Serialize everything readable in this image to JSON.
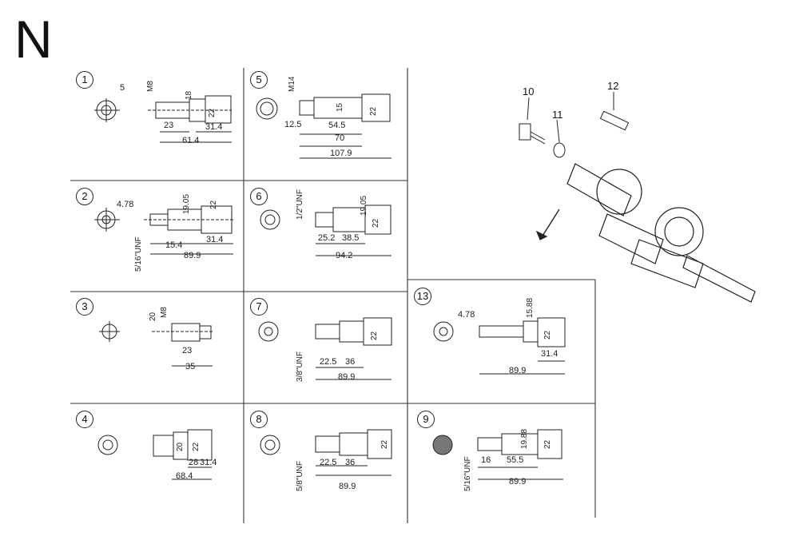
{
  "page_letter": "N",
  "cells": [
    {
      "num": "1",
      "dims": {
        "a": "5",
        "b": "M8",
        "c": "18",
        "d": "22",
        "e": "23",
        "f": "31.4",
        "g": "61.4"
      }
    },
    {
      "num": "2",
      "dims": {
        "a": "4.78",
        "b": "19.05",
        "c": "22",
        "d": "5/16\"UNF",
        "e": "15.4",
        "f": "31.4",
        "g": "89.9"
      }
    },
    {
      "num": "3",
      "dims": {
        "a": "20",
        "b": "M8",
        "c": "23",
        "d": "35"
      }
    },
    {
      "num": "4",
      "dims": {
        "a": "20",
        "b": "22",
        "c": "28",
        "d": "31.4",
        "e": "68.4"
      }
    },
    {
      "num": "5",
      "dims": {
        "a": "M14",
        "b": "15",
        "c": "22",
        "d": "12.5",
        "e": "54.5",
        "f": "70",
        "g": "107.9"
      }
    },
    {
      "num": "6",
      "dims": {
        "a": "1/2\"UNF",
        "b": "19.05",
        "c": "22",
        "d": "25.2",
        "e": "38.5",
        "f": "94.2"
      }
    },
    {
      "num": "7",
      "dims": {
        "a": "22",
        "b": "3/8\"UNF",
        "c": "22.5",
        "d": "36",
        "e": "89.9"
      }
    },
    {
      "num": "8",
      "dims": {
        "a": "22",
        "b": "5/8\"UNF",
        "c": "22.5",
        "d": "36",
        "e": "89.9"
      }
    },
    {
      "num": "9",
      "dims": {
        "a": "19.88",
        "b": "22",
        "c": "5/16\"UNF",
        "d": "16",
        "e": "55.5",
        "f": "89.9"
      }
    },
    {
      "num": "13",
      "dims": {
        "a": "4.78",
        "b": "15.88",
        "c": "22",
        "d": "31.4",
        "e": "89.9"
      }
    }
  ],
  "callouts": [
    "10",
    "11",
    "12"
  ]
}
